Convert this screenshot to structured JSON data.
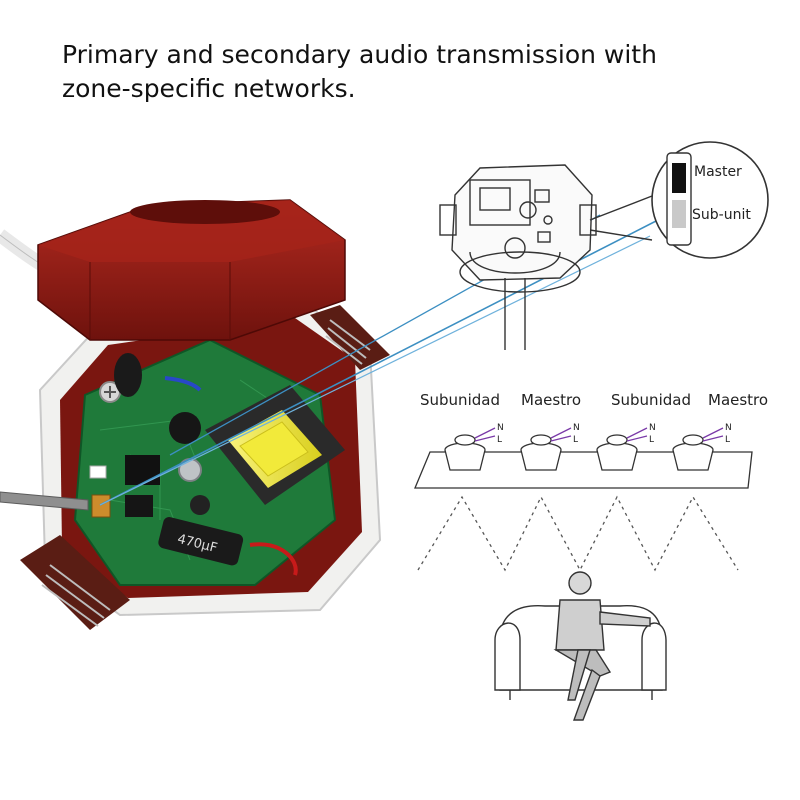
{
  "headline": {
    "line1": "Primary and secondary audio transmission with",
    "line2": "zone-specific networks."
  },
  "switch_callout": {
    "master": "Master",
    "sub_unit": "Sub-unit"
  },
  "zone_labels": [
    "Subunidad",
    "Maestro",
    "Subunidad",
    "Maestro"
  ],
  "wire_labels": {
    "n": "N",
    "l": "L"
  },
  "capacitor_text": "470µF",
  "colors": {
    "housing_red": "#8b1a14",
    "pcb_green": "#1f7a3a",
    "transformer_yellow": "#f2ea3a",
    "beam_blue": "#3c8fc2"
  }
}
